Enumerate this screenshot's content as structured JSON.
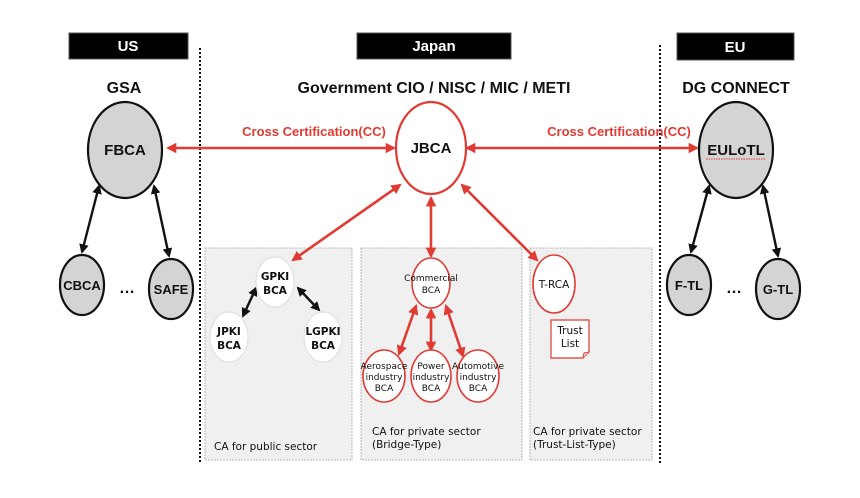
{
  "regions": {
    "us": {
      "header": "US",
      "organization": "GSA"
    },
    "japan": {
      "header": "Japan",
      "organization": "Government CIO / NISC / MIC / METI"
    },
    "eu": {
      "header": "EU",
      "organization": "DG CONNECT"
    }
  },
  "nodes": {
    "fbca": "FBCA",
    "cbca": "CBCA",
    "safe": "SAFE",
    "us_ellipsis": "…",
    "jbca": "JBCA",
    "eulotl": "EULoTL",
    "ftl": "F-TL",
    "gtl": "G-TL",
    "eu_ellipsis": "…",
    "gpki": [
      "GPKI",
      "BCA"
    ],
    "jpki": [
      "JPKI",
      "BCA"
    ],
    "lgpki": [
      "LGPKI",
      "BCA"
    ],
    "commercial": [
      "Commercial",
      "BCA"
    ],
    "aerospace": [
      "Aerospace",
      "industry",
      "BCA"
    ],
    "power": [
      "Power",
      "industry",
      "BCA"
    ],
    "automotive": [
      "Automotive",
      "industry",
      "BCA"
    ],
    "trca": "T-RCA",
    "trust_list": [
      "Trust",
      "List"
    ]
  },
  "links": {
    "cc_left": "Cross Certification(CC)",
    "cc_right": "Cross Certification(CC)"
  },
  "sectors": {
    "public": [
      "CA for public sector"
    ],
    "private_bridge": [
      "CA for private sector",
      "(Bridge-Type)"
    ],
    "private_trust": [
      "CA for private sector",
      "(Trust-List-Type)"
    ]
  },
  "colors": {
    "accent_red": "#e03a32",
    "node_gray": "#d4d4d4",
    "header_black": "#000000"
  }
}
